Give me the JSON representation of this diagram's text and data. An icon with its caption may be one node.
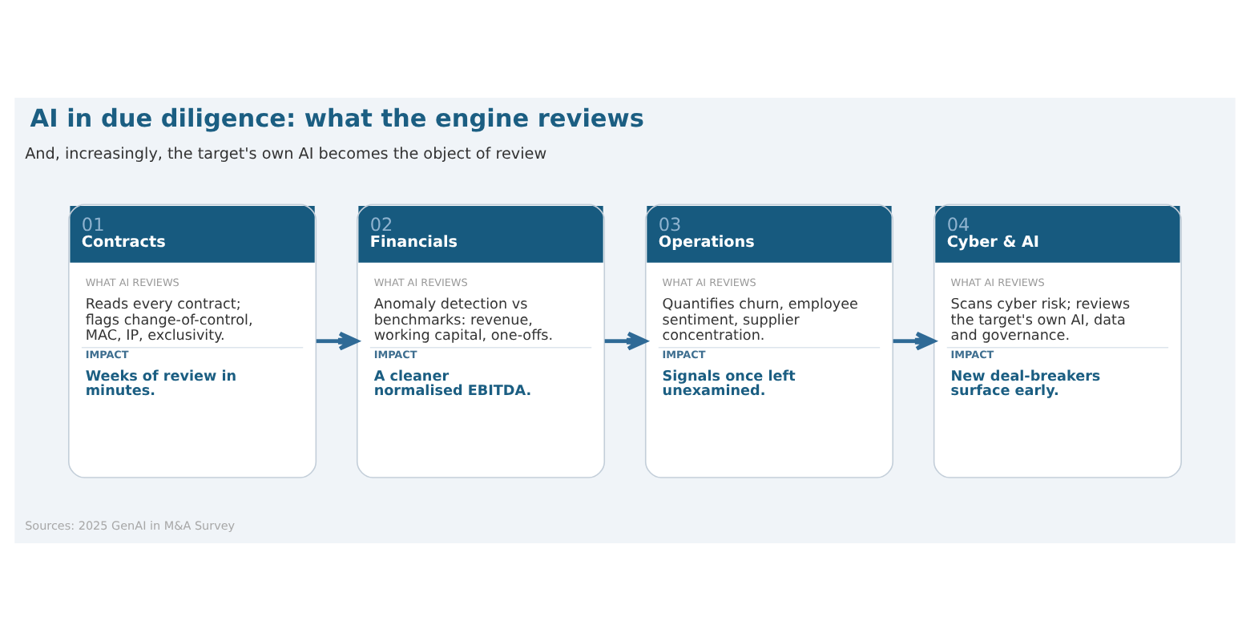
{
  "diagram": {
    "title": "AI in due diligence: what the engine reviews",
    "nodes": [
      {
        "text": [
          "01",
          "Contracts",
          "WHAT AI REVIEWS",
          "Reads every contract; flags change-of-control, MAC, IP, exclusivity.",
          "IMPACT",
          "Weeks of review in minutes."
        ]
      },
      {
        "text": [
          "02",
          "Financials",
          "WHAT AI REVIEWS",
          "Anomaly detection vs benchmarks: revenue, working capital, one-offs.",
          "IMPACT",
          "A cleaner normalised EBITDA."
        ]
      },
      {
        "text": [
          "03",
          "Operations",
          "WHAT AI REVIEWS",
          "Quantifies churn, employee sentiment, supplier concentration.",
          "IMPACT",
          "Signals once left unexamined."
        ]
      },
      {
        "text": [
          "04",
          "Cyber & AI",
          "WHAT AI REVIEWS",
          "Scans cyber risk; reviews the target's own AI, data and governance.",
          "IMPACT",
          "New deal-breakers surface early."
        ]
      }
    ],
    "edges": [
      {
        "from": 0,
        "to": 1,
        "arrow": "to"
      },
      {
        "from": 1,
        "to": 2,
        "arrow": "to"
      },
      {
        "from": 2,
        "to": 3,
        "arrow": "to"
      }
    ],
    "labels": [
      "And, increasingly, the target's own AI becomes the object of review",
      "Sources: 2025 GenAI in M&A Survey"
    ]
  }
}
